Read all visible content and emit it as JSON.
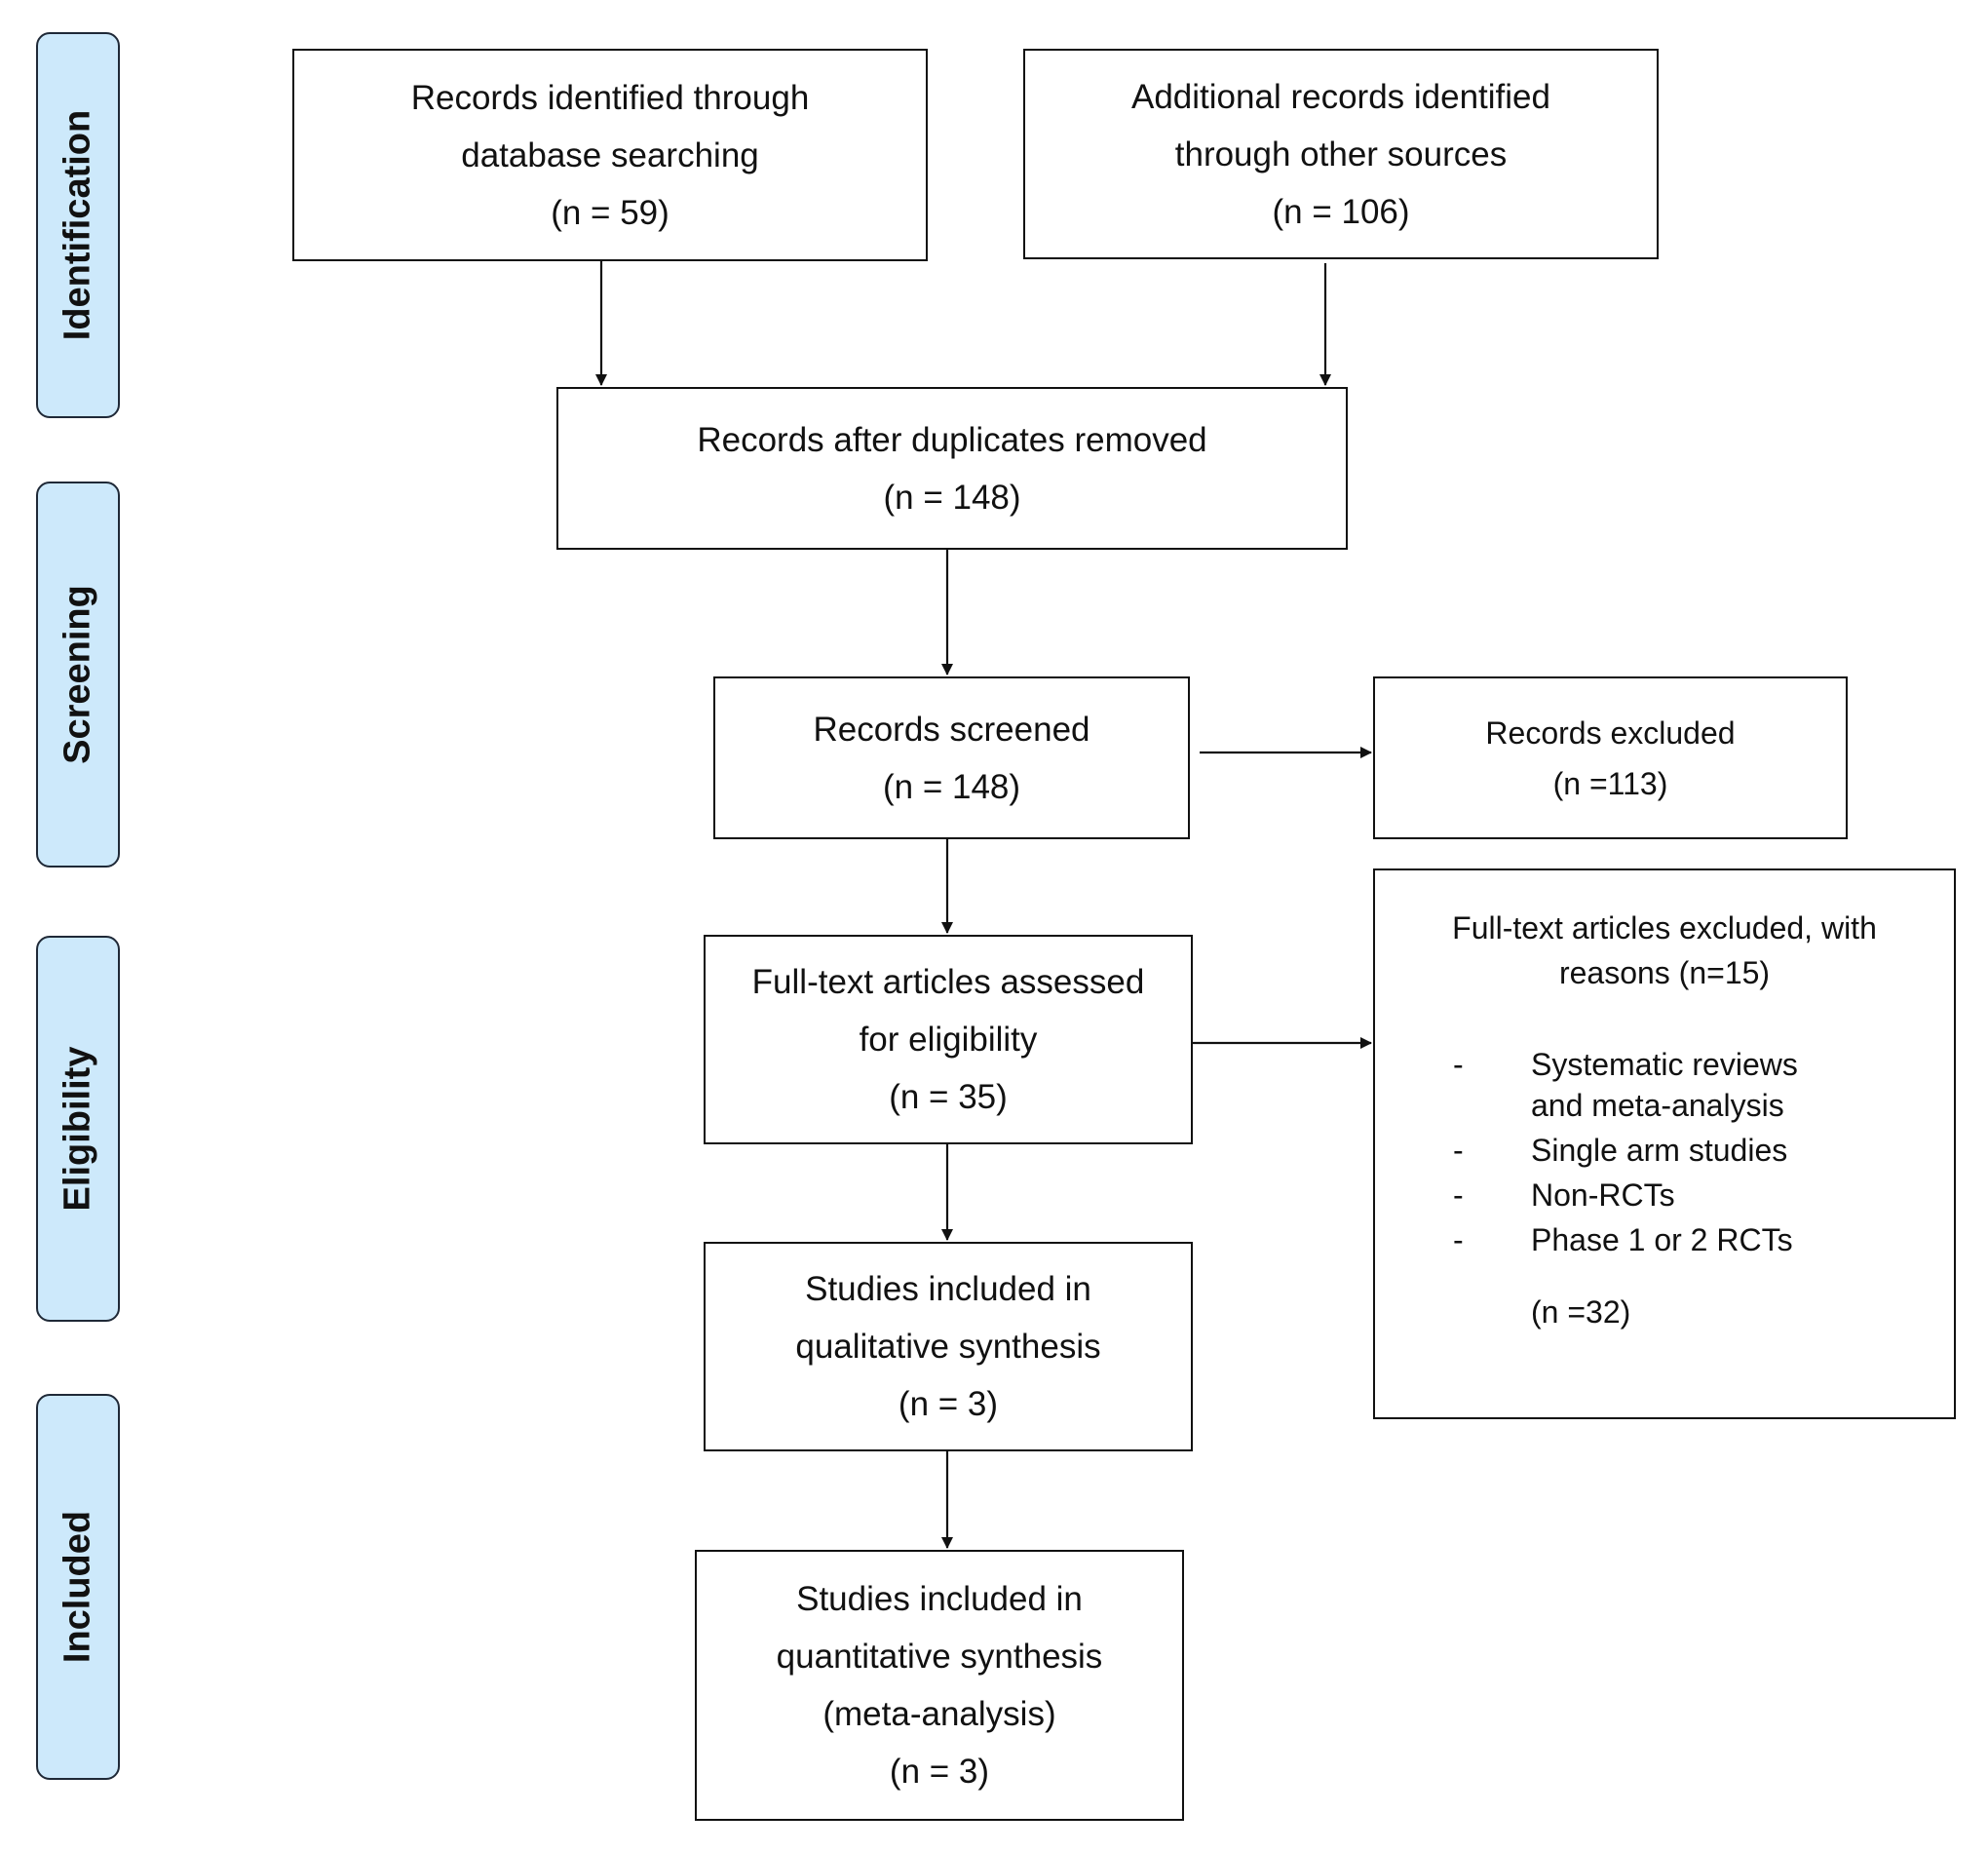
{
  "phases": [
    "Identification",
    "Screening",
    "Eligibility",
    "Included"
  ],
  "boxes": {
    "database": {
      "lines": [
        "Records identified through",
        "database searching"
      ],
      "count": "(n = 59)"
    },
    "other_sources": {
      "lines": [
        "Additional records identified",
        "through other sources"
      ],
      "count": "(n = 106)"
    },
    "duplicates_removed": {
      "lines": [
        "Records after duplicates removed"
      ],
      "count": "(n = 148)"
    },
    "screened": {
      "lines": [
        "Records screened"
      ],
      "count": "(n = 148)"
    },
    "records_excluded": {
      "lines": [
        "Records excluded"
      ],
      "count": "(n =113)"
    },
    "full_text_assessed": {
      "lines": [
        "Full-text articles assessed",
        "for eligibility"
      ],
      "count": "(n = 35)"
    },
    "full_text_excluded": {
      "title_lines": [
        "Full-text articles excluded, with",
        "reasons (n=15)"
      ],
      "reasons": [
        "Systematic reviews and meta-analysis",
        "Single arm studies",
        "Non-RCTs",
        "Phase 1 or 2 RCTs"
      ],
      "count": "(n =32)"
    },
    "qualitative": {
      "lines": [
        "Studies included in",
        "qualitative synthesis"
      ],
      "count": "(n = 3)"
    },
    "quantitative": {
      "lines": [
        "Studies included in",
        "quantitative synthesis",
        "(meta-analysis)"
      ],
      "count": "(n = 3)"
    }
  }
}
